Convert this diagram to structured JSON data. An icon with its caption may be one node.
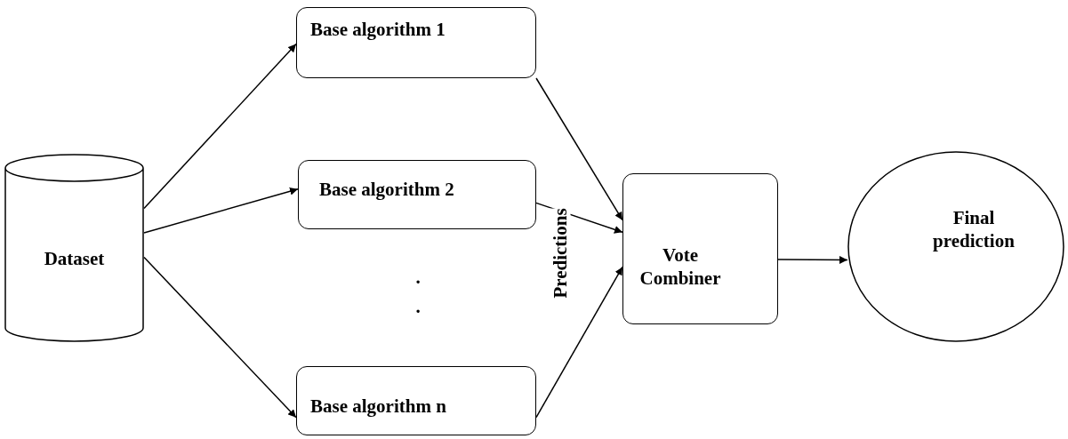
{
  "diagram": {
    "nodes": [
      {
        "text": [
          "Dataset"
        ]
      },
      {
        "text": [
          "Base algorithm 1"
        ]
      },
      {
        "text": [
          "Base algorithm 2"
        ]
      },
      {
        "text": [
          "Base algorithm n"
        ]
      },
      {
        "text": [
          "Vote Combiner"
        ]
      },
      {
        "text": [
          "Final prediction"
        ]
      }
    ],
    "edges": [
      {
        "from": 0,
        "to": 1,
        "arrow": "to"
      },
      {
        "from": 0,
        "to": 2,
        "arrow": "to"
      },
      {
        "from": 0,
        "to": 3,
        "arrow": "to"
      },
      {
        "from": 1,
        "to": 4,
        "arrow": "to"
      },
      {
        "from": 2,
        "to": 4,
        "arrow": "to"
      },
      {
        "from": 3,
        "to": 4,
        "arrow": "to"
      },
      {
        "from": 4,
        "to": 5,
        "arrow": "to"
      }
    ],
    "labels": [
      "Predictions",
      ".",
      "."
    ]
  }
}
